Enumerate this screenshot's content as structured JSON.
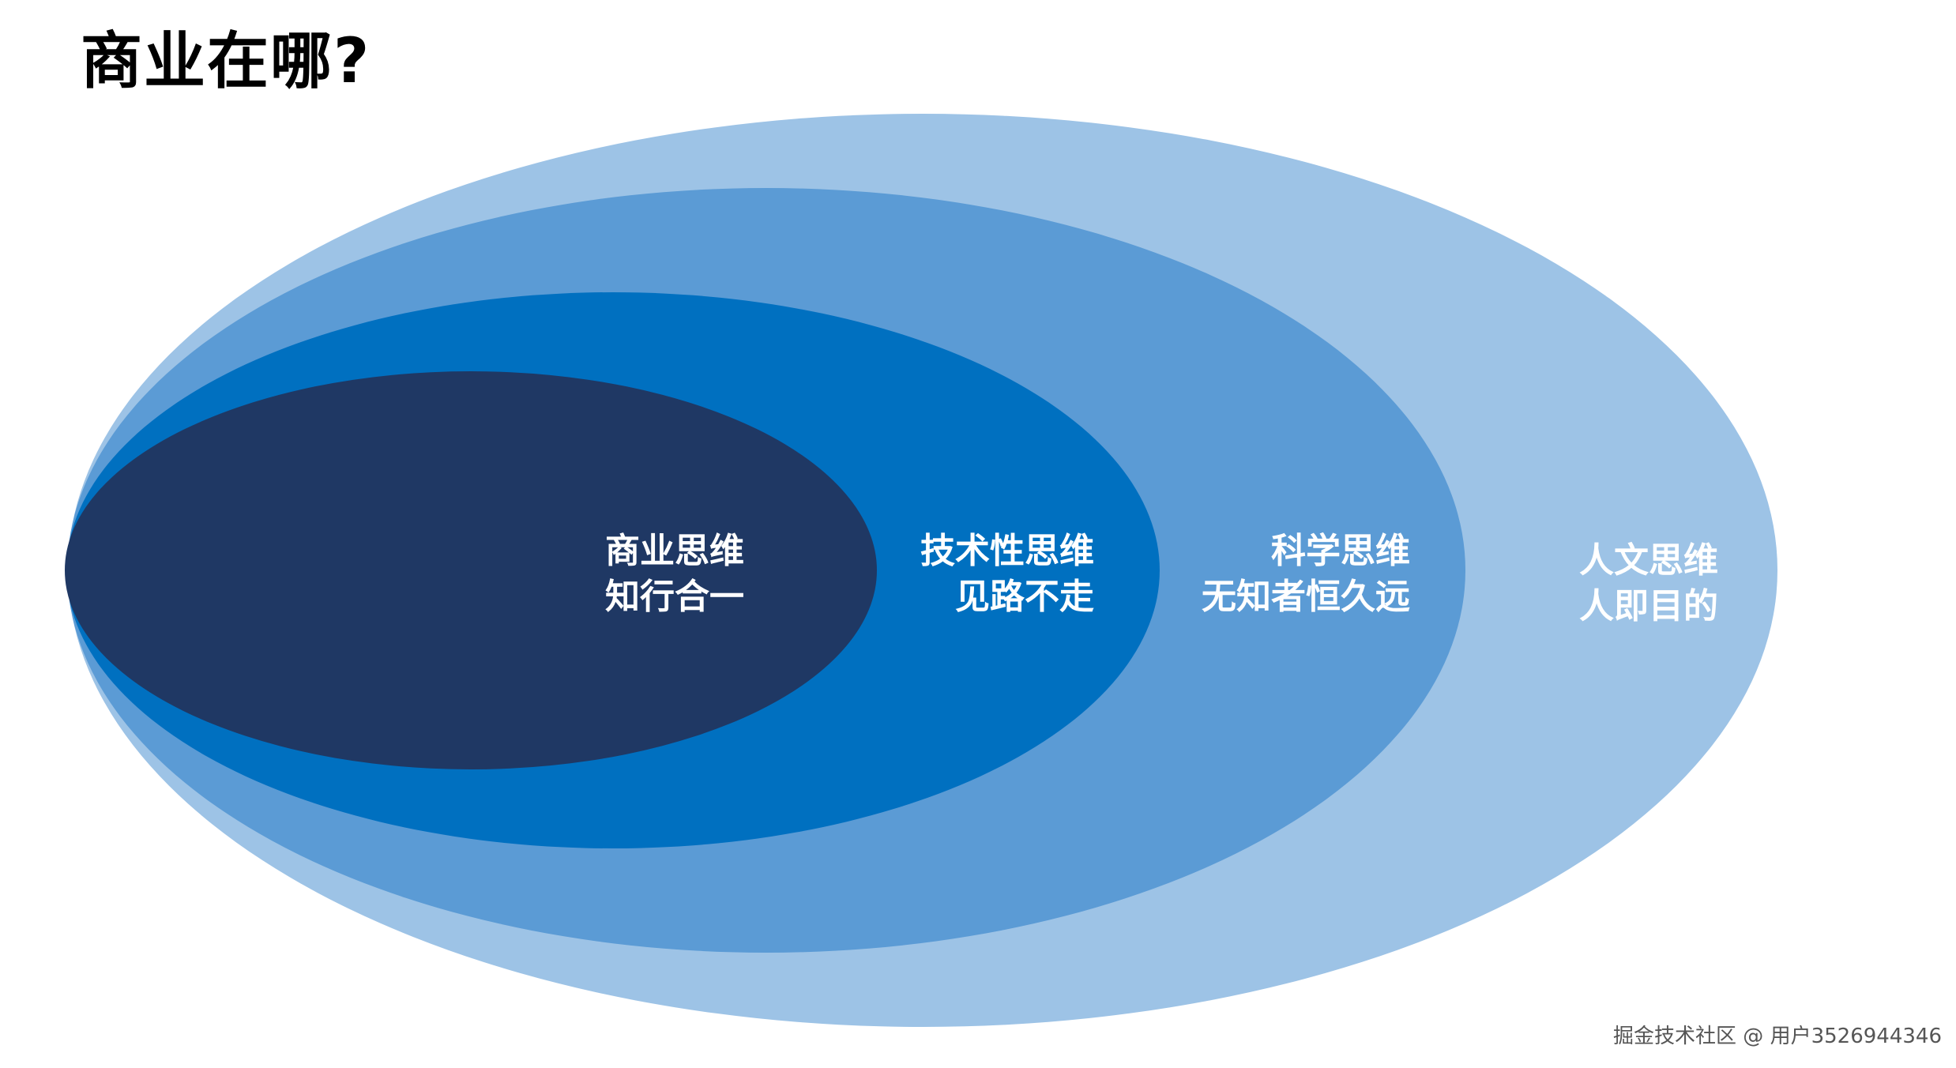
{
  "title": "商业在哪?",
  "colors": {
    "outer": "#9dc3e6",
    "second": "#5b9bd5",
    "third": "#0070c0",
    "inner": "#1f3864",
    "label": "#ffffff",
    "title": "#000000"
  },
  "rings": [
    {
      "line1": "人文思维",
      "line2": "人即目的"
    },
    {
      "line1": "科学思维",
      "line2": "无知者恒久远"
    },
    {
      "line1": "技术性思维",
      "line2": "见路不走"
    },
    {
      "line1": "商业思维",
      "line2": "知行合一"
    }
  ],
  "watermark": "掘金技术社区 @ 用户3526944346"
}
